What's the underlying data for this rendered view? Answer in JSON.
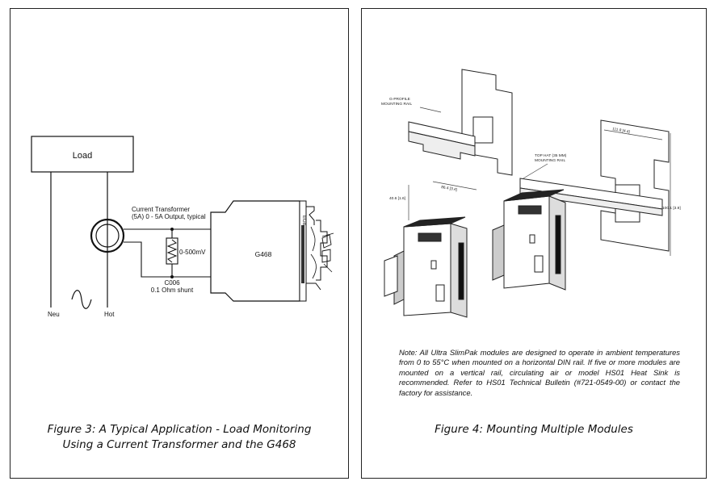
{
  "figure3": {
    "load_label": "Load",
    "ct_line1": "Current Transformer",
    "ct_line2": "(5A) 0 - 5A Output, typical",
    "shunt_voltage": "0-500mV",
    "shunt_part": "C006",
    "shunt_desc": "0.1 Ohm shunt",
    "module_label": "G468",
    "module_side_label": "EG8",
    "neu_label": "Neu",
    "hot_label": "Hot",
    "caption_line1": "Figure 3: A Typical Application  -  Load Monitoring",
    "caption_line2": "Using a Current Transformer and the G468"
  },
  "figure4": {
    "gprofile_line1": "G-PROFILE",
    "gprofile_line2": "MOUNTING RAIL",
    "tophat_line1": "TOP HAT (35 MM)",
    "tophat_line2": "MOUNTING RAIL",
    "dim_width": "111.8 [4.4]",
    "dim_height": "100.1 [3.9]",
    "dim_depth": "86.4 [3.4]",
    "dim_side": "40.6 [1.6]",
    "note": "Note: All Ultra SlimPak modules are designed to operate in ambient temperatures from 0 to 55°C when mounted on a horizontal DIN rail. If five or more modules are mounted on a vertical rail, circulating air or model HS01 Heat Sink is recommended. Refer to HS01 Technical Bulletin (#721-0549-00) or contact the factory for assistance.",
    "caption": "Figure 4: Mounting Multiple Modules"
  }
}
